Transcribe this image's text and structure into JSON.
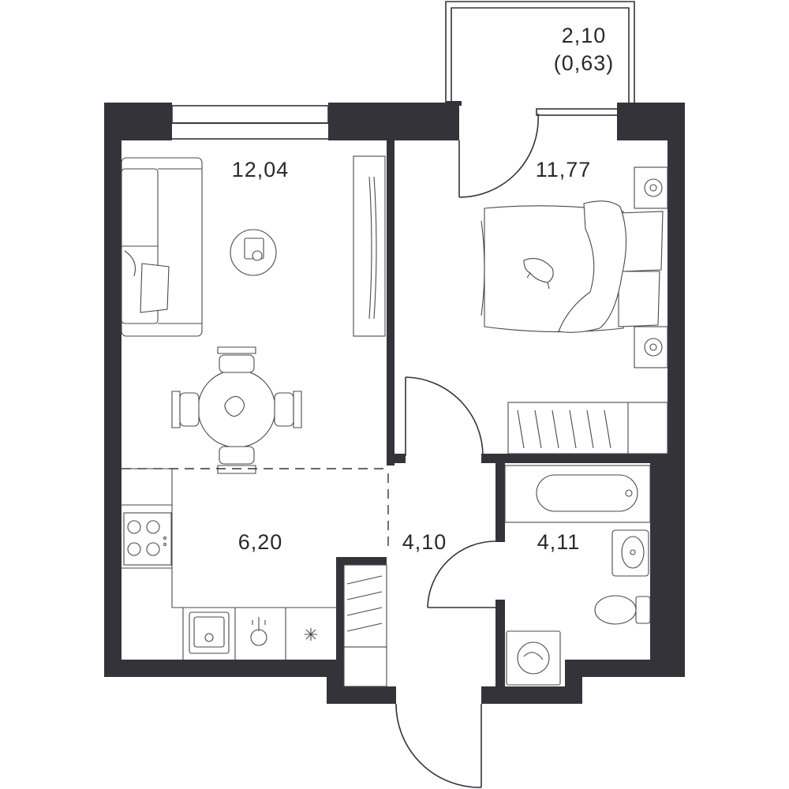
{
  "plan": {
    "rooms": {
      "balcony": {
        "area": "2,10",
        "area_reduced": "(0,63)"
      },
      "living_room": {
        "area": "12,04"
      },
      "bedroom": {
        "area": "11,77"
      },
      "kitchen": {
        "area": "6,20"
      },
      "hallway": {
        "area": "4,10"
      },
      "bathroom": {
        "area": "4,11"
      }
    },
    "colors": {
      "wall": "#35333a",
      "line": "#4a484f",
      "background": "#ffffff"
    },
    "icons": [
      "sofa-icon",
      "coffee-table-icon",
      "wardrobe-icon",
      "dining-table-icon",
      "chair-icon",
      "bed-icon",
      "pillow-icon",
      "nightstand-icon",
      "lamp-icon",
      "cat-icon",
      "cooktop-icon",
      "sink-icon",
      "faucet-icon",
      "bathtub-icon",
      "washbasin-icon",
      "toilet-icon",
      "washing-machine-icon",
      "door-swing-icon",
      "window-icon"
    ]
  }
}
